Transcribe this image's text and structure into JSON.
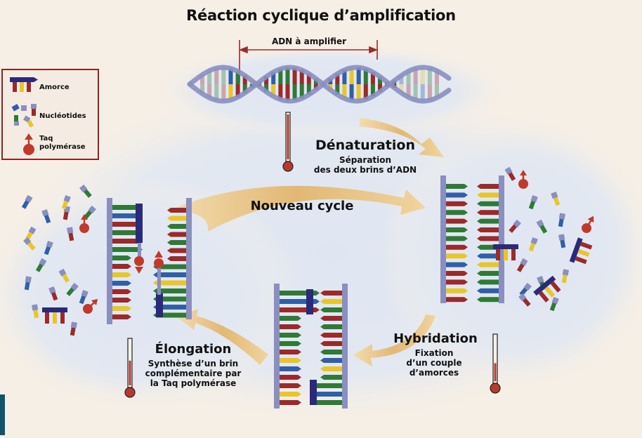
{
  "title": "Réaction cyclique d’amplification",
  "dna_label": "ADN à amplifier",
  "legend": {
    "items": [
      {
        "label": "Amorce",
        "icon": "primer-icon"
      },
      {
        "label": "Nucléotides",
        "icon": "nucleotides-icon"
      },
      {
        "label_line1": "Taq",
        "label_line2": "polymérase",
        "icon": "taq-polymerase-icon"
      }
    ]
  },
  "steps": {
    "denaturation": {
      "title": "Dénaturation",
      "line1": "Séparation",
      "line2": "des deux brins d’ADN"
    },
    "hybridation": {
      "title": "Hybridation",
      "line1": "Fixation",
      "line2": "d’un couple",
      "line3": "d’amorces"
    },
    "elongation": {
      "title": "Élongation",
      "line1": "Synthèse d’un brin",
      "line2": "complémentaire par",
      "line3": "la Taq polymérase"
    },
    "new_cycle": {
      "title": "Nouveau cycle"
    }
  },
  "bases": [
    "A",
    "T",
    "G",
    "C"
  ],
  "colors": {
    "A": "#e8c62a",
    "T": "#2f5fa8",
    "G": "#9b2a2a",
    "C": "#2e7a36",
    "backbone": "#8a8fc0",
    "primer": "#2a2a7a",
    "taq": "#c0392b",
    "arrow": "#e9c58a",
    "legend_border": "#8b2424",
    "background": "#f6efe6",
    "cloud": "#dfe6f2"
  },
  "strands": {
    "denatured_left": [
      "C",
      "T",
      "G",
      "C",
      "G",
      "C",
      "C",
      "G",
      "A",
      "T",
      "G",
      "G",
      "A",
      "G"
    ],
    "denatured_right": [
      "G",
      "A",
      "C",
      "G",
      "C",
      "G",
      "G",
      "C",
      "T",
      "A",
      "C",
      "C",
      "T",
      "C"
    ]
  }
}
